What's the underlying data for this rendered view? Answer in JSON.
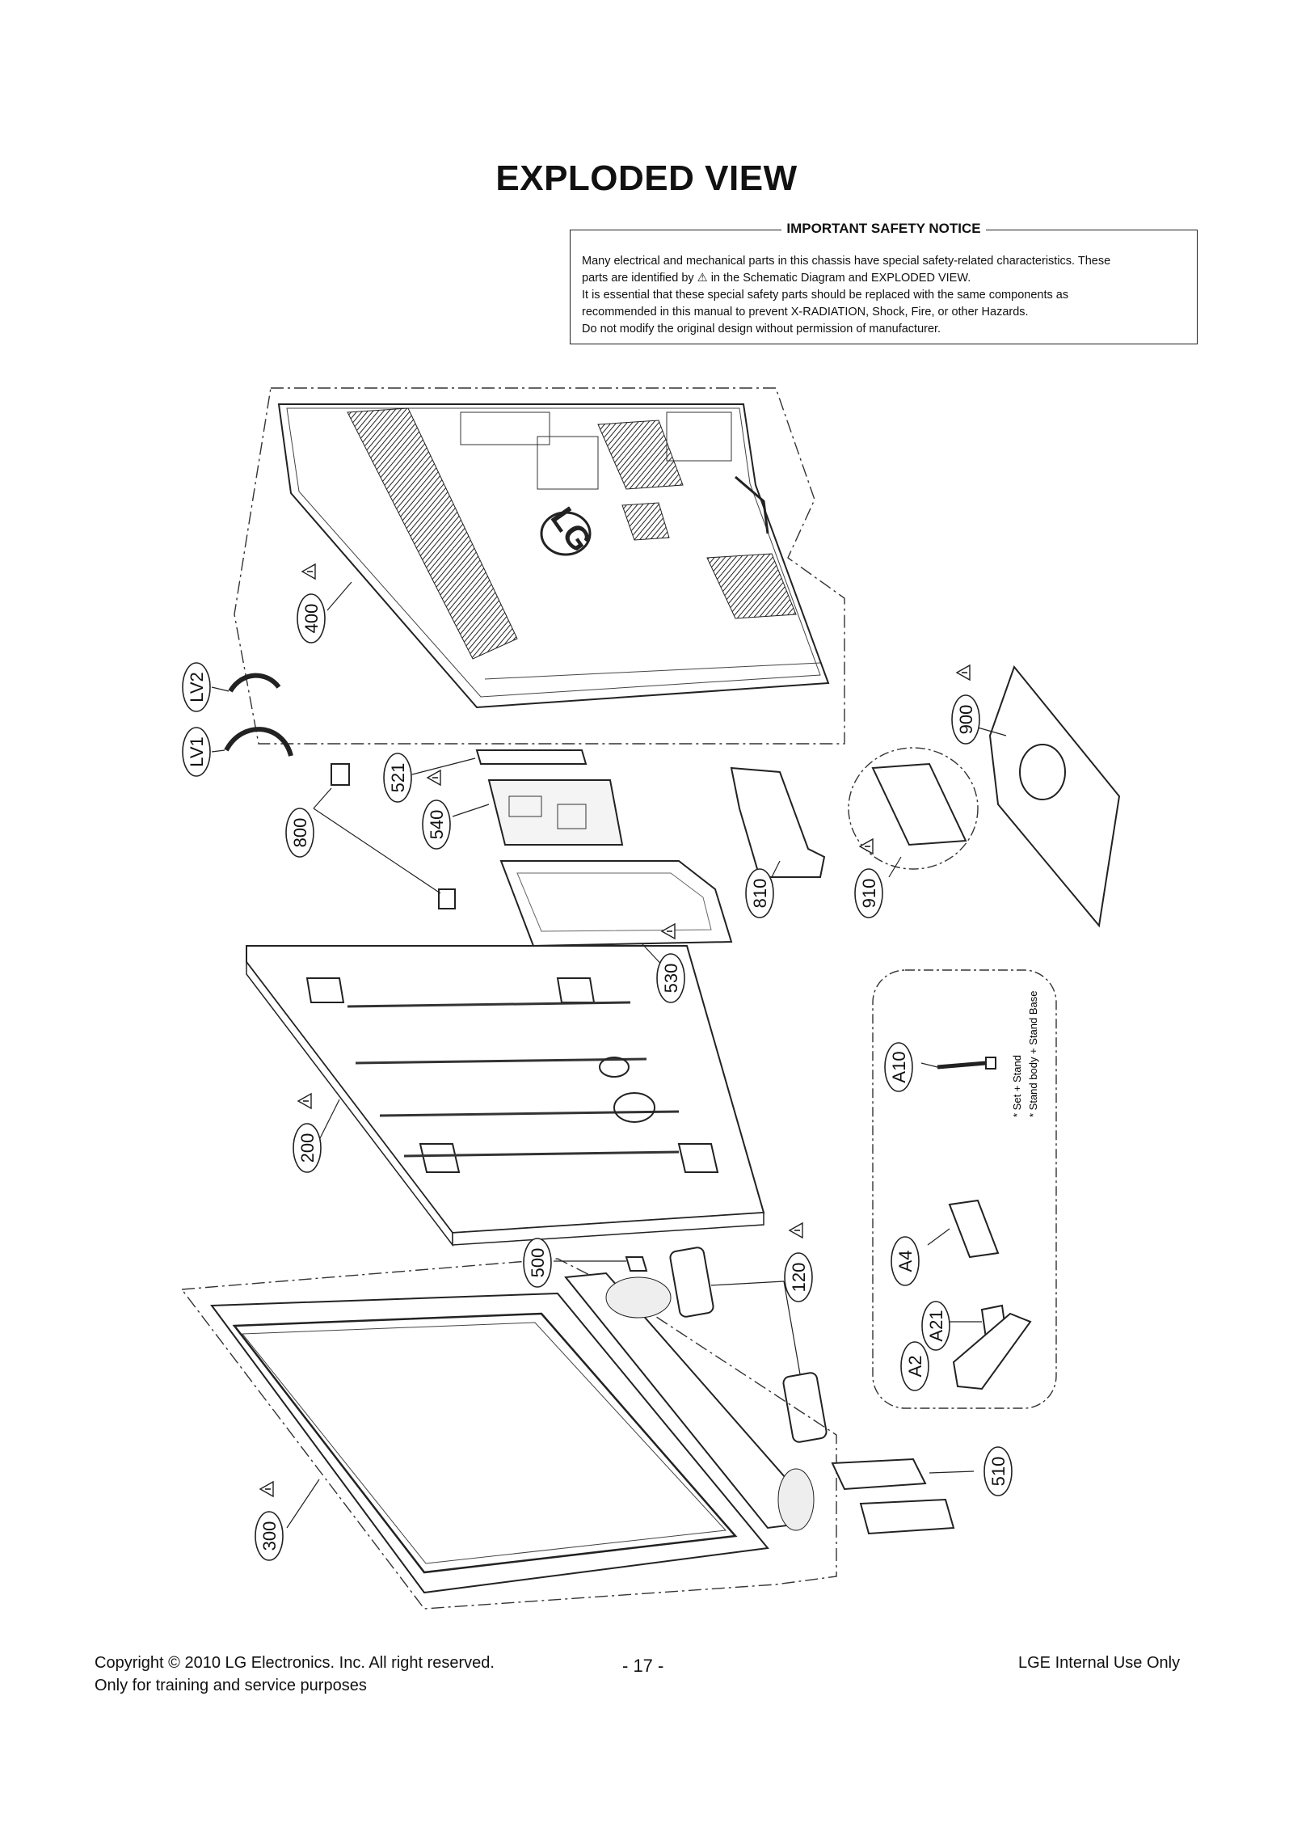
{
  "title": "EXPLODED VIEW",
  "notice": {
    "heading": "IMPORTANT SAFETY NOTICE",
    "lines": [
      "Many electrical and mechanical parts in this chassis have special safety-related characteristics. These",
      "parts are identified by ⚠ in the Schematic Diagram and EXPLODED VIEW.",
      "It is essential that these special safety parts should be replaced with the same components as",
      "recommended in this manual to prevent X-RADIATION, Shock, Fire, or other Hazards.",
      "Do not modify the original design without permission of manufacturer."
    ]
  },
  "parts": [
    {
      "id": "400",
      "safety": true
    },
    {
      "id": "LV2",
      "safety": false
    },
    {
      "id": "LV1",
      "safety": false
    },
    {
      "id": "521",
      "safety": false
    },
    {
      "id": "540",
      "safety": true
    },
    {
      "id": "800",
      "safety": false
    },
    {
      "id": "530",
      "safety": true
    },
    {
      "id": "810",
      "safety": false
    },
    {
      "id": "910",
      "safety": true
    },
    {
      "id": "900",
      "safety": true
    },
    {
      "id": "200",
      "safety": true
    },
    {
      "id": "500",
      "safety": false
    },
    {
      "id": "120",
      "safety": true
    },
    {
      "id": "300",
      "safety": true
    },
    {
      "id": "510",
      "safety": false
    },
    {
      "id": "A10",
      "safety": false
    },
    {
      "id": "A4",
      "safety": false
    },
    {
      "id": "A21",
      "safety": false
    },
    {
      "id": "A2",
      "safety": false
    }
  ],
  "stand_notes": [
    "* Set + Stand",
    "* Stand body + Stand Base"
  ],
  "logo": "LG",
  "footer": {
    "copyright": "Copyright  © 2010 LG Electronics. Inc. All right reserved.",
    "purpose": "Only for training and service purposes",
    "page": "- 17 -",
    "internal": "LGE Internal Use Only"
  }
}
